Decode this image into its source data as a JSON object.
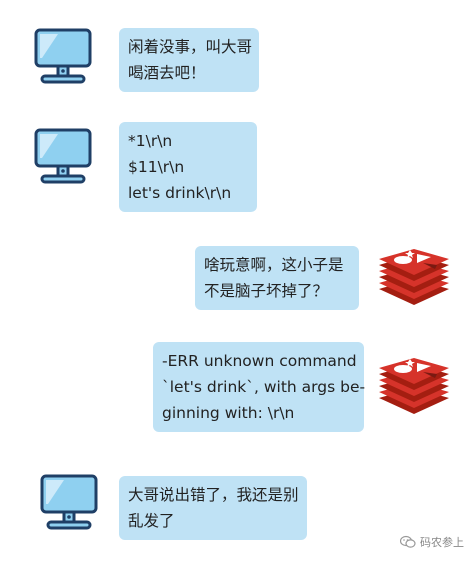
{
  "messages": [
    {
      "side": "left",
      "lines": [
        "闲着没事，叫大哥",
        "喝酒去吧！"
      ]
    },
    {
      "side": "left",
      "lines": [
        "*1\\r\\n",
        "$11\\r\\n",
        "let's drink\\r\\n"
      ]
    },
    {
      "side": "right",
      "lines": [
        "啥玩意啊，这小子是",
        "不是脑子坏掉了？"
      ]
    },
    {
      "side": "right",
      "lines": [
        "-ERR unknown command",
        "`let's drink`, with args be-",
        "ginning with: \\r\\n"
      ]
    },
    {
      "side": "left",
      "lines": [
        "大哥说出错了，我还是别",
        "乱发了"
      ]
    }
  ],
  "icons": {
    "client": "computer-monitor-icon",
    "server": "redis-logo-icon"
  },
  "colors": {
    "bubble": "#bfe2f5",
    "monitor_outline": "#1f3f66",
    "monitor_screen": "#8fd0f0",
    "redis_red": "#d6332a"
  },
  "watermark": {
    "text": "码农参上"
  }
}
